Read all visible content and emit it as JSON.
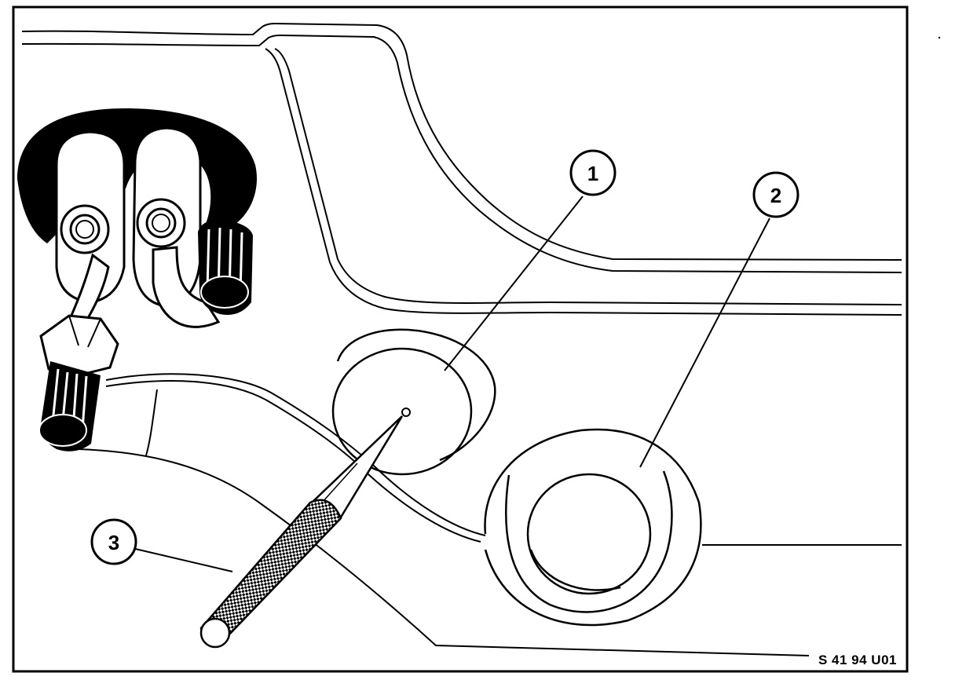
{
  "diagram": {
    "callouts": [
      {
        "id": "1",
        "label": "1"
      },
      {
        "id": "2",
        "label": "2"
      },
      {
        "id": "3",
        "label": "3"
      }
    ],
    "reference_code": "S 41 94 U01",
    "colors": {
      "ink": "#000000",
      "paper": "#ffffff"
    }
  }
}
